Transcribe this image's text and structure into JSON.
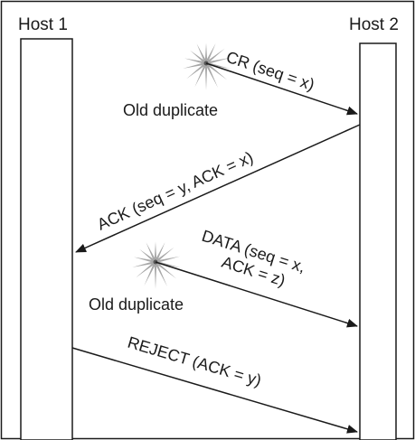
{
  "hosts": {
    "left": "Host 1",
    "right": "Host 2"
  },
  "messages": {
    "cr": "CR (seq = x)",
    "ack": "ACK (seq = y, ACK = x)",
    "data_line1": "DATA (seq = x,",
    "data_line2": "ACK = z)",
    "reject": "REJECT (ACK = y)"
  },
  "annotations": {
    "old_duplicate_1": "Old duplicate",
    "old_duplicate_2": "Old duplicate"
  },
  "icons": {
    "starburst": "old-duplicate-starburst-icon"
  },
  "colors": {
    "ink": "#1a1a1a",
    "burst": "#a8a8a8"
  }
}
